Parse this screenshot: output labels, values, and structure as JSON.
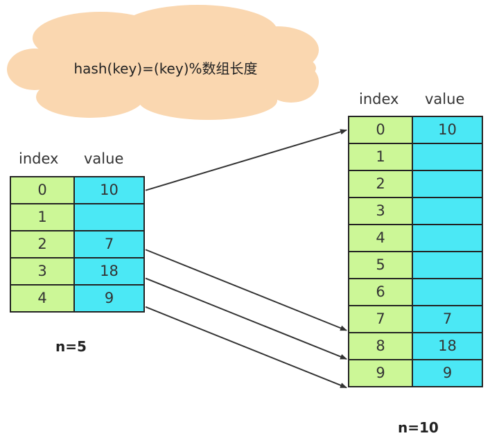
{
  "formula": "hash(key)=(key)%数组长度",
  "colors": {
    "index_fill": "#ccf797",
    "value_fill": "#4be8f5",
    "cloud_fill": "#fad7b0"
  },
  "left_table": {
    "header_index": "index",
    "header_value": "value",
    "rows": [
      {
        "index": "0",
        "value": "10"
      },
      {
        "index": "1",
        "value": ""
      },
      {
        "index": "2",
        "value": "7"
      },
      {
        "index": "3",
        "value": "18"
      },
      {
        "index": "4",
        "value": "9"
      }
    ],
    "size_label": "n=5"
  },
  "right_table": {
    "header_index": "index",
    "header_value": "value",
    "rows": [
      {
        "index": "0",
        "value": "10"
      },
      {
        "index": "1",
        "value": ""
      },
      {
        "index": "2",
        "value": ""
      },
      {
        "index": "3",
        "value": ""
      },
      {
        "index": "4",
        "value": ""
      },
      {
        "index": "5",
        "value": ""
      },
      {
        "index": "6",
        "value": ""
      },
      {
        "index": "7",
        "value": "7"
      },
      {
        "index": "8",
        "value": "18"
      },
      {
        "index": "9",
        "value": "9"
      }
    ],
    "size_label": "n=10"
  },
  "arrows": [
    {
      "from_row": 0,
      "to_row": 0
    },
    {
      "from_row": 2,
      "to_row": 7
    },
    {
      "from_row": 3,
      "to_row": 8
    },
    {
      "from_row": 4,
      "to_row": 9
    }
  ]
}
